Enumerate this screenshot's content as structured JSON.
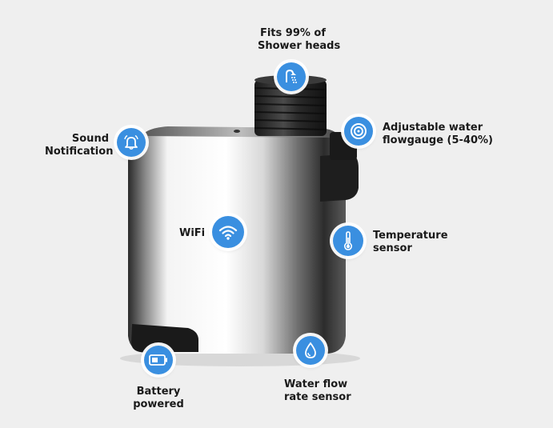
{
  "features": {
    "shower_heads": {
      "line1": "Fits 99% of",
      "line2": "Shower heads",
      "icon": "shower-icon"
    },
    "flowgauge": {
      "line1": "Adjustable water",
      "line2": "flowgauge (5-40%)",
      "icon": "adjust-dial-icon"
    },
    "sound": {
      "line1": "Sound",
      "line2": "Notification",
      "icon": "bell-icon"
    },
    "wifi": {
      "line1": "WiFi",
      "icon": "wifi-icon"
    },
    "temperature": {
      "line1": "Temperature",
      "line2": "sensor",
      "icon": "thermometer-icon"
    },
    "battery": {
      "line1": "Battery",
      "line2": "powered",
      "icon": "battery-icon"
    },
    "flow_rate": {
      "line1": "Water flow",
      "line2": "rate sensor",
      "icon": "water-drop-icon"
    }
  },
  "colors": {
    "badge": "#3a8fe0",
    "background": "#efefef",
    "chrome": "#c8c8c8"
  }
}
